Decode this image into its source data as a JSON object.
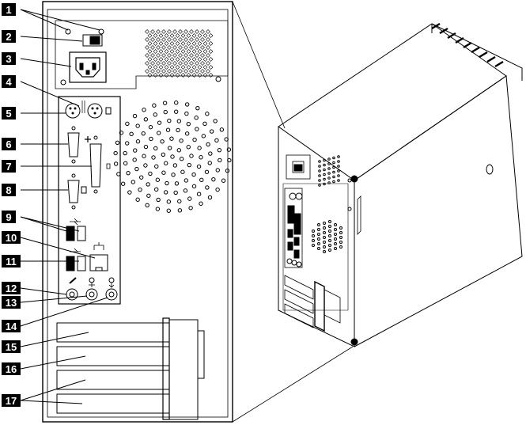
{
  "callouts": [
    "1",
    "2",
    "3",
    "4",
    "5",
    "6",
    "7",
    "8",
    "9",
    "10",
    "11",
    "12",
    "13",
    "14",
    "15",
    "16",
    "17"
  ],
  "colors": {
    "ink": "#000000",
    "paper": "#ffffff",
    "badge": "#000000",
    "badge_text": "#ffffff"
  },
  "icons": [
    "power-switch-icon",
    "ac-power-connector-icon",
    "keyboard-port-icon",
    "mouse-port-icon",
    "serial-port-icon",
    "parallel-port-icon",
    "vga-port-icon",
    "usb-port-icon",
    "ethernet-port-icon",
    "microphone-jack-icon",
    "audio-line-out-icon",
    "audio-line-in-icon",
    "expansion-slot-icon",
    "computer-tower-icon",
    "ventilation-grille-icon"
  ]
}
